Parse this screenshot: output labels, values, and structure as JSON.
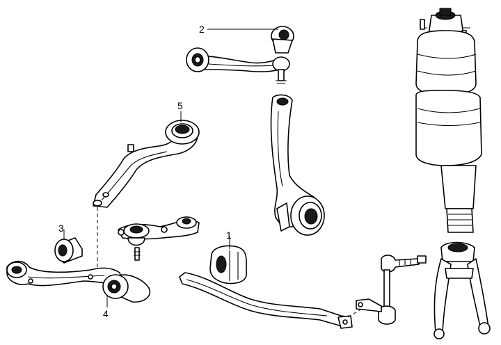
{
  "callouts": {
    "item_1": "1",
    "item_2": "2",
    "item_3": "3",
    "item_4": "4",
    "item_5": "5"
  },
  "icons": [
    "stabilizer-bushing-icon",
    "upper-control-arm-icon",
    "lower-arm-bushing-icon",
    "lower-arm-bushing-with-arm-icon",
    "lower-control-arm-bushing-icon",
    "air-strut-icon",
    "steering-knuckle-icon",
    "stabilizer-bar-icon",
    "stabilizer-link-icon",
    "strut-fork-icon",
    "ball-joint-icon"
  ]
}
